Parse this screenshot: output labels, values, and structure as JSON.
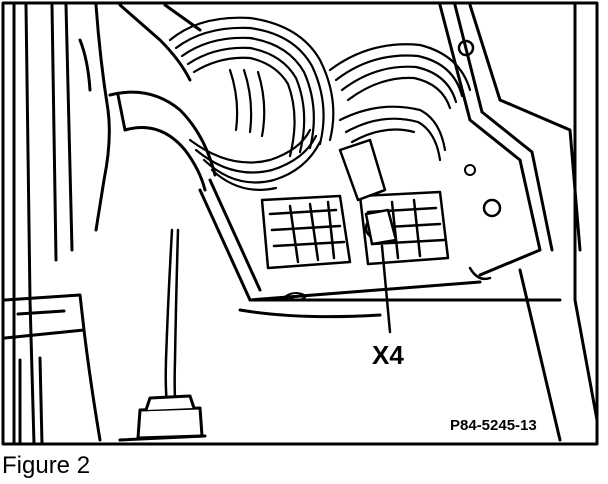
{
  "figure": {
    "caption": "Figure 2",
    "callout_label": "X4",
    "reference_code": "P84-5245-13",
    "ink_color": "#000000",
    "paper_color": "#ffffff"
  }
}
